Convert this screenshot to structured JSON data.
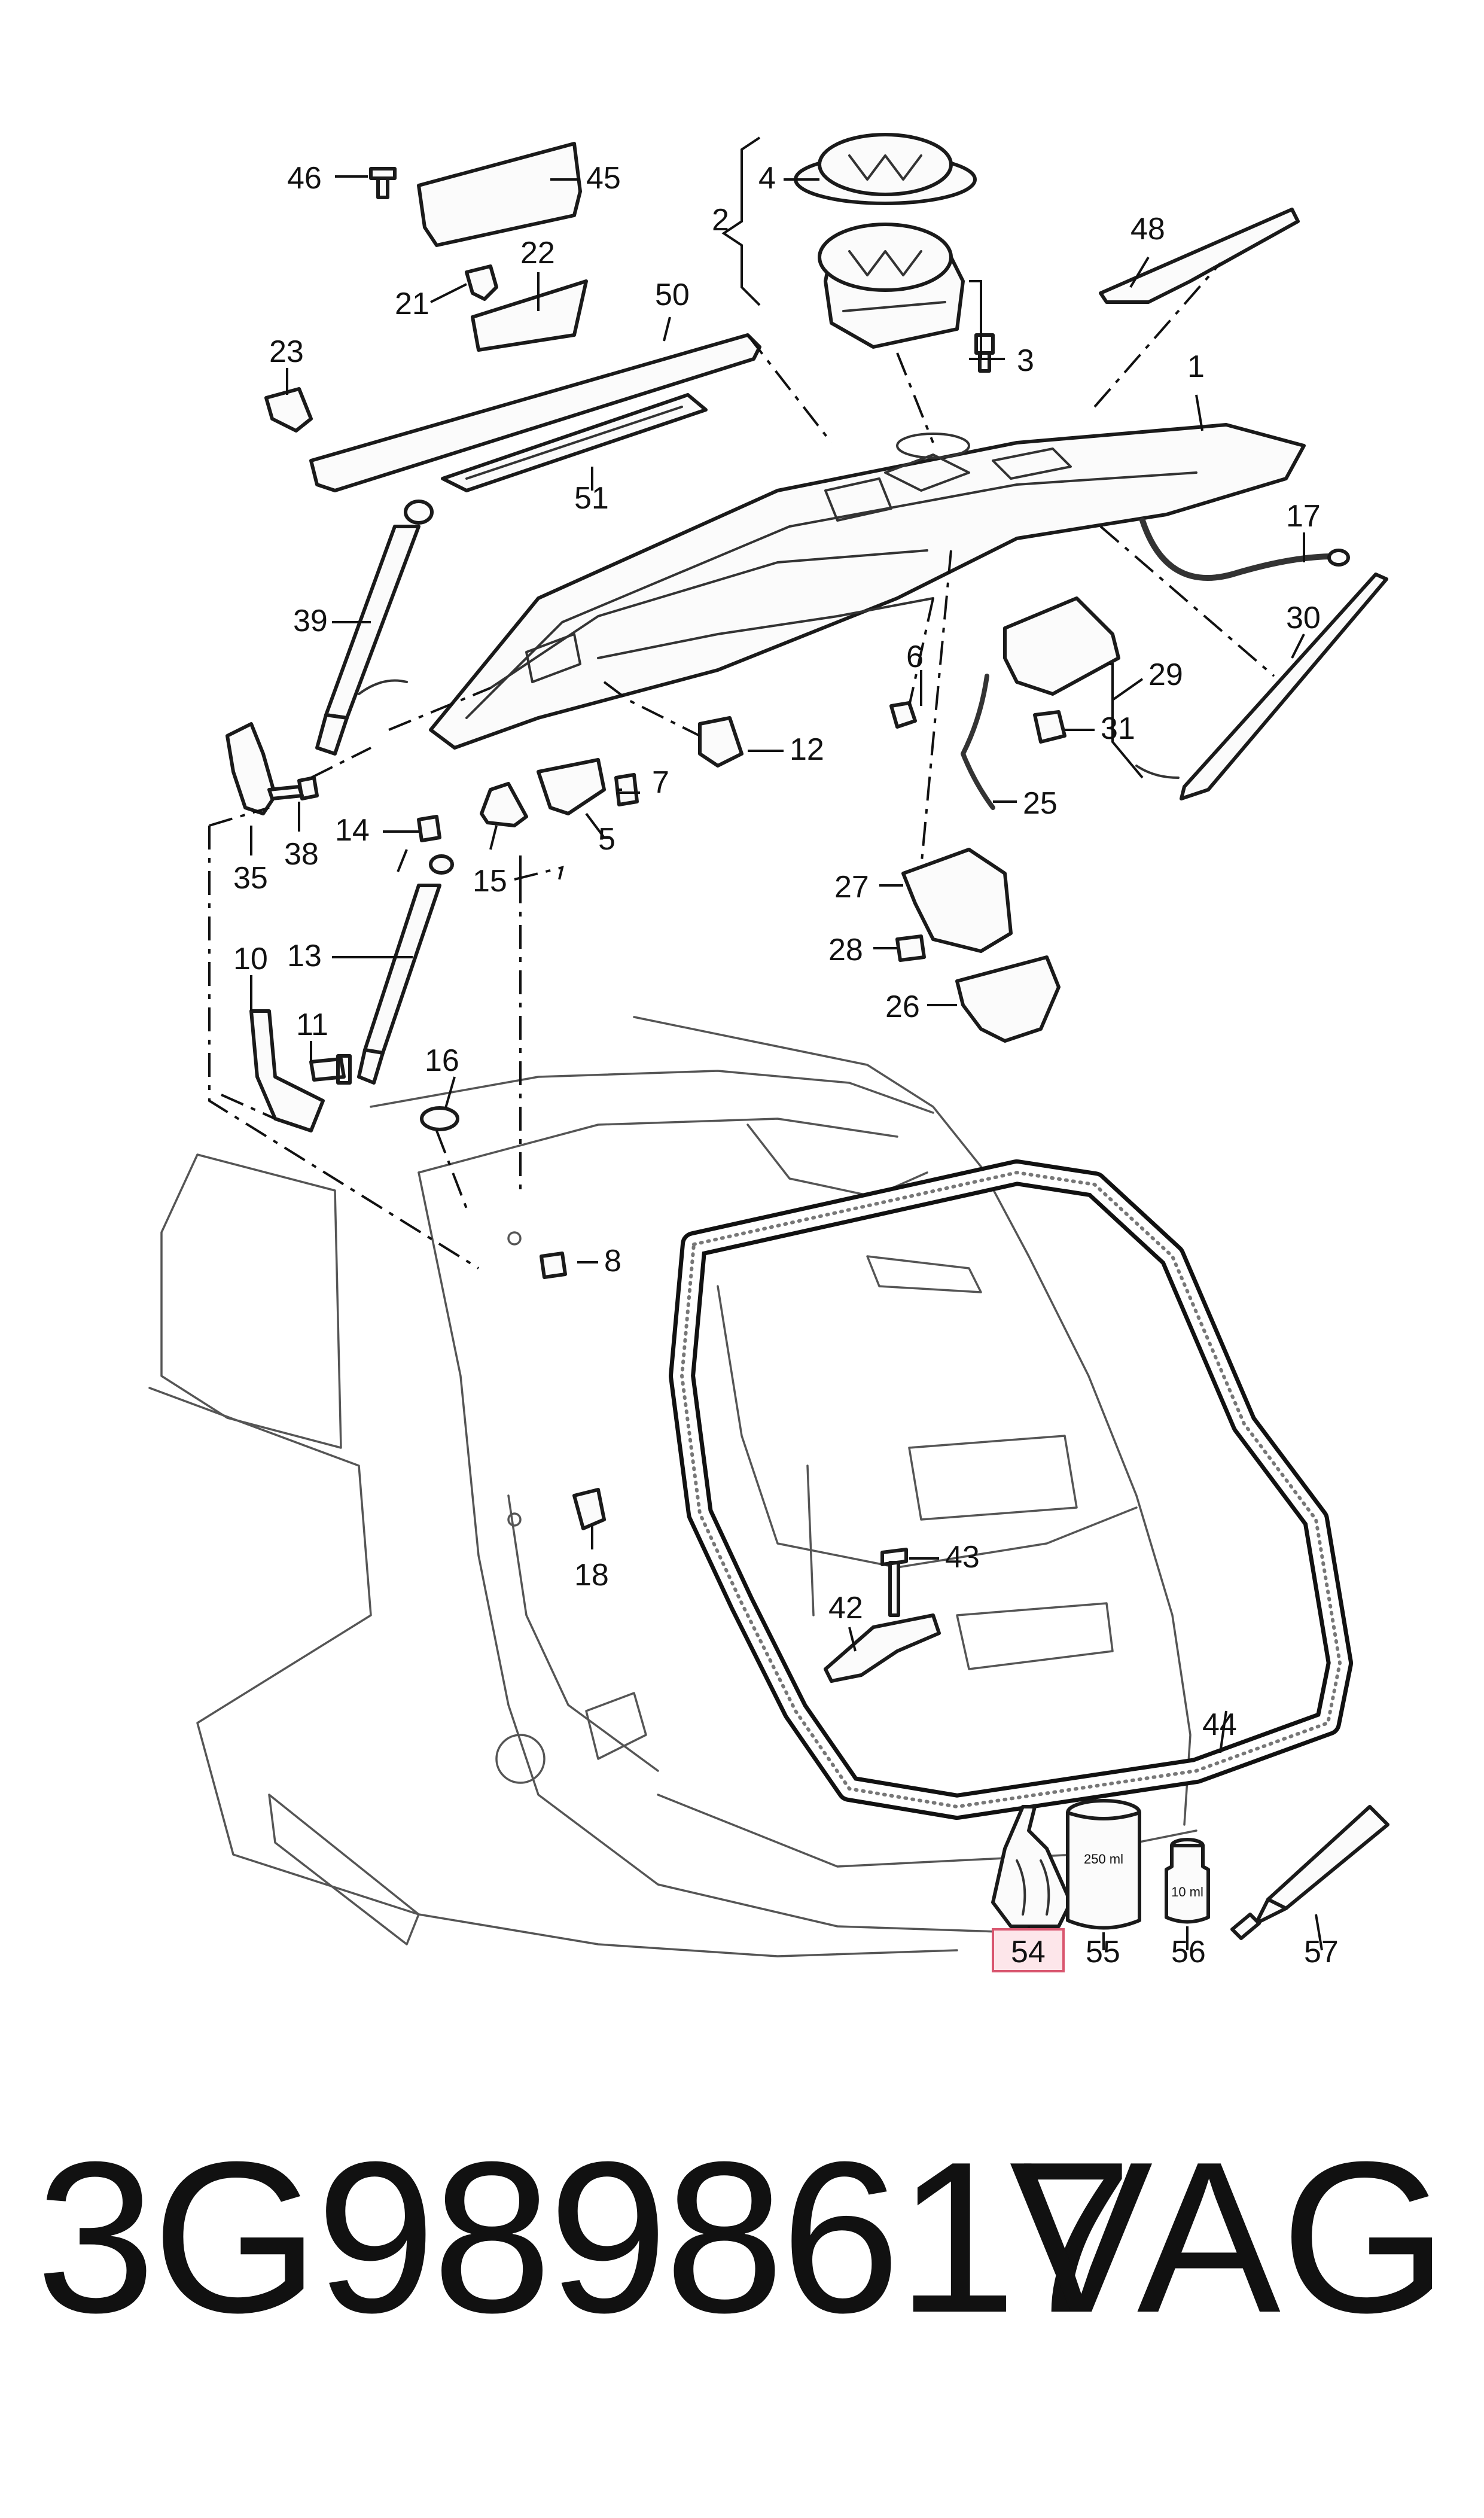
{
  "diagram": {
    "part_number": "3G9898617",
    "brand": "VAG",
    "highlighted_callout": "54",
    "highlight_color": "#d9566f",
    "container_labels": {
      "c55": "250 ml",
      "c56": "10 ml"
    },
    "callouts": {
      "c1": "1",
      "c2": "2",
      "c3": "3",
      "c4": "4",
      "c5": "5",
      "c6": "6",
      "c7": "7",
      "c8": "8",
      "c10": "10",
      "c11": "11",
      "c12": "12",
      "c13": "13",
      "c14": "14",
      "c15": "15",
      "c16": "16",
      "c17": "17",
      "c18": "18",
      "c21": "21",
      "c22": "22",
      "c23": "23",
      "c25": "25",
      "c26": "26",
      "c27": "27",
      "c28": "28",
      "c29": "29",
      "c30": "30",
      "c31": "31",
      "c35": "35",
      "c38": "38",
      "c39": "39",
      "c42": "42",
      "c43": "43",
      "c44": "44",
      "c45": "45",
      "c46": "46",
      "c48": "48",
      "c50": "50",
      "c51": "51",
      "c54": "54",
      "c55": "55",
      "c56": "56",
      "c57": "57"
    }
  }
}
